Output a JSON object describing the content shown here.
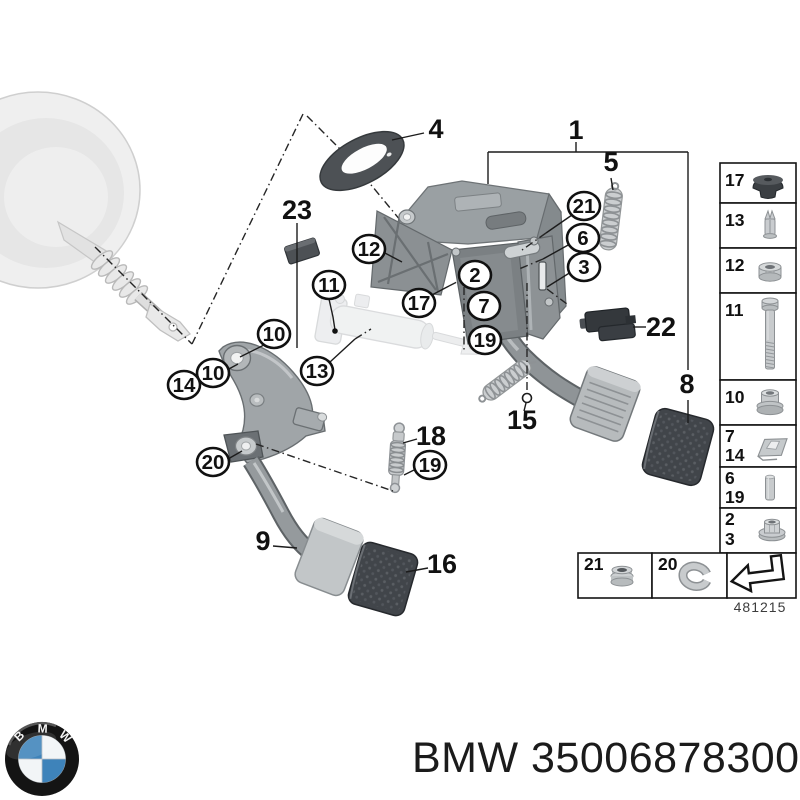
{
  "footer": {
    "logo_letters": [
      "B",
      "M",
      "W"
    ],
    "part_number": "BMW 35006878300"
  },
  "callouts": {
    "plain": [
      {
        "id": "1"
      },
      {
        "id": "4"
      },
      {
        "id": "5"
      },
      {
        "id": "8"
      },
      {
        "id": "9"
      },
      {
        "id": "15"
      },
      {
        "id": "16"
      },
      {
        "id": "18"
      },
      {
        "id": "22"
      },
      {
        "id": "23"
      }
    ],
    "circled": [
      {
        "id": "2"
      },
      {
        "id": "3"
      },
      {
        "id": "6"
      },
      {
        "id": "7"
      },
      {
        "id": "10"
      },
      {
        "id": "10"
      },
      {
        "id": "11"
      },
      {
        "id": "12"
      },
      {
        "id": "13"
      },
      {
        "id": "14"
      },
      {
        "id": "17"
      },
      {
        "id": "19"
      },
      {
        "id": "19"
      },
      {
        "id": "20"
      },
      {
        "id": "21"
      }
    ]
  },
  "legend": {
    "rows": [
      {
        "labels": [
          "17"
        ],
        "icon": "grommet-plug"
      },
      {
        "labels": [
          "13"
        ],
        "icon": "expansion-rivet"
      },
      {
        "labels": [
          "12"
        ],
        "icon": "nut"
      },
      {
        "labels": [
          "11"
        ],
        "icon": "hex-bolt"
      },
      {
        "labels": [
          "10"
        ],
        "icon": "bushing"
      },
      {
        "labels": [
          "7",
          "14"
        ],
        "icon": "spring-clip"
      },
      {
        "labels": [
          "6",
          "19"
        ],
        "icon": "pin"
      },
      {
        "labels": [
          "2",
          "3"
        ],
        "icon": "flange-nut"
      }
    ],
    "bottom_rows": [
      {
        "labels": [
          "21"
        ],
        "icon": "grooved-grommet"
      },
      {
        "labels": [
          "20"
        ],
        "icon": "c-clip"
      },
      {
        "labels": [],
        "icon": "direction-arrow"
      }
    ],
    "code": "481215"
  },
  "colors": {
    "outline": "#1a1a1a",
    "metal_mid": "#9aa0a3",
    "metal_dark": "#6e7376",
    "pad_dark": "#41454a",
    "ghost_gray": "#dfe2e4",
    "bmw_blue": "#3e83ba"
  }
}
